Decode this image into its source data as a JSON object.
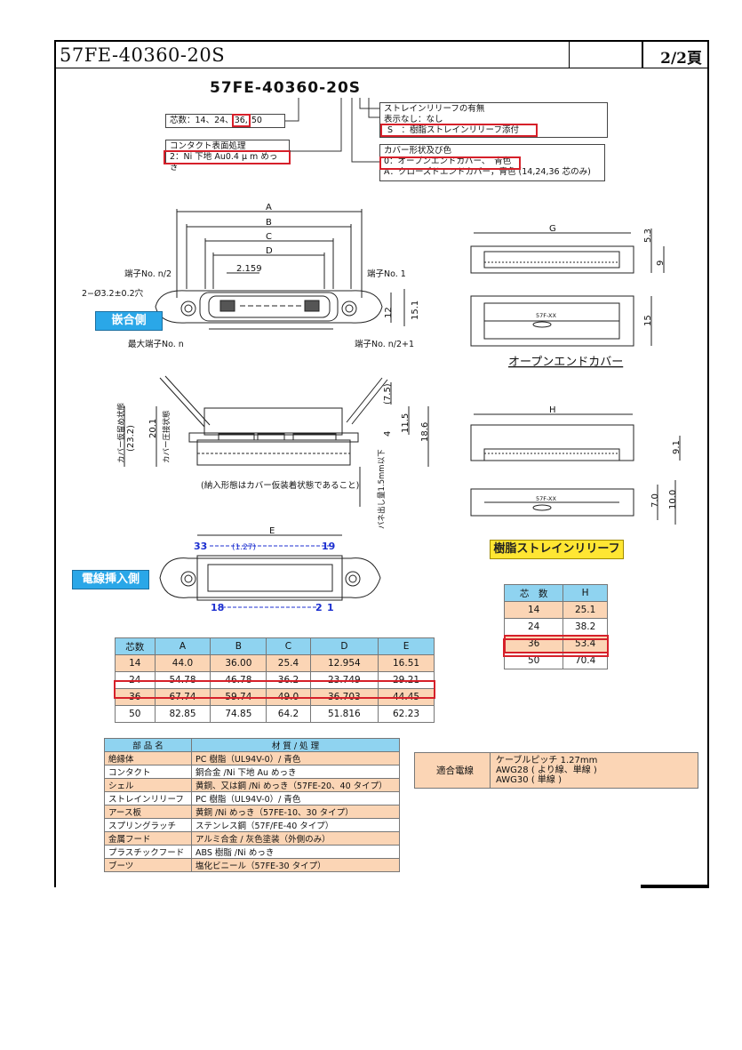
{
  "header": {
    "title": "57FE-40360-20S",
    "page": "2/2頁"
  },
  "part_code": {
    "code": "57FE-40360-20S",
    "pins_label": "芯数：14、24、",
    "pins_selected": "36,",
    "pins_rest": "50",
    "contact_finish_title": "コンタクト表面処理",
    "contact_finish_value": "2：Ni 下地 Au0.4 μ m めっき",
    "strain_relief_title": "ストレインリリーフの有無",
    "strain_relief_none": "表示なし：なし",
    "strain_relief_s": "S　：樹脂ストレインリリーフ添付",
    "cover_title": "カバー形状及び色",
    "cover_open": "0：オープンエンドカバー、　青色",
    "cover_closed": "A：クローズドエンドカバー，青色 (14,24,36 芯のみ)"
  },
  "drawing": {
    "mating_side": "嵌合側",
    "wire_side": "電線挿入側",
    "resin_strain_relief": "樹脂ストレインリリーフ",
    "open_end_cover": "オープンエンドカバー",
    "terminal_n2": "端子No. n/2",
    "terminal_1": "端子No. 1",
    "max_terminal": "最大端子No. n",
    "terminal_n2_1": "端子No. n/2+1",
    "hole": "2−Ø3.2±0.2穴",
    "pitch": "2.159",
    "pitch_wire": "(1.27)",
    "dim_A": "A",
    "dim_B": "B",
    "dim_C": "C",
    "dim_D": "D",
    "dim_E": "E",
    "dim_G": "G",
    "dim_H": "H",
    "dim_12": "12",
    "dim_151": "15.1",
    "dim_53": "5.3",
    "dim_9": "9",
    "dim_15": "15",
    "dim_75": "(7.5)",
    "dim_4": "4",
    "dim_115": "11.5",
    "dim_186": "18.6",
    "dim_232": "(23.2)",
    "dim_201": "20.1",
    "dim_91": "9.1",
    "dim_70": "7.0",
    "dim_100": "10.0",
    "cover_temp": "カバー仮留め状態",
    "cover_press": "カバー圧接状態",
    "delivery_note": "(納入形態はカバー仮装着状態であること)",
    "burr_note": "バネ出し量1.5mm以下",
    "pin33": "33",
    "pin19": "19",
    "pin18": "18",
    "pin2": "2",
    "pin1": "1",
    "cover_mark": "57F-XX"
  },
  "h_table": {
    "headers": [
      "芯　数",
      "H"
    ],
    "rows": [
      [
        "14",
        "25.1"
      ],
      [
        "24",
        "38.2"
      ],
      [
        "36",
        "53.4"
      ],
      [
        "50",
        "70.4"
      ]
    ]
  },
  "dim_table": {
    "headers": [
      "芯数",
      "A",
      "B",
      "C",
      "D",
      "E"
    ],
    "rows": [
      [
        "14",
        "44.0",
        "36.00",
        "25.4",
        "12.954",
        "16.51"
      ],
      [
        "24",
        "54.78",
        "46.78",
        "36.2",
        "23.749",
        "29.21"
      ],
      [
        "36",
        "67.74",
        "59.74",
        "49.0",
        "36.703",
        "44.45"
      ],
      [
        "50",
        "82.85",
        "74.85",
        "64.2",
        "51.816",
        "62.23"
      ]
    ]
  },
  "material_table": {
    "headers": [
      "部 品 名",
      "材 質 / 処 理"
    ],
    "rows": [
      [
        "絶縁体",
        "PC 樹脂（UL94V-0）/ 青色"
      ],
      [
        "コンタクト",
        "銅合金 /Ni 下地 Au めっき"
      ],
      [
        "シェル",
        "黄銅、又は鋼 /Ni めっき（57FE-20、40 タイプ）"
      ],
      [
        "ストレインリリーフ",
        "PC 樹脂（UL94V-0）/ 青色"
      ],
      [
        "アース板",
        "黄銅 /Ni めっき（57FE-10、30 タイプ）"
      ],
      [
        "スプリングラッチ",
        "ステンレス鋼（57F/FE-40 タイプ）"
      ],
      [
        "金属フード",
        "アルミ合金 / 灰色塗装（外側のみ）"
      ],
      [
        "プラスチックフード",
        "ABS 樹脂 /Ni めっき"
      ],
      [
        "ブーツ",
        "塩化ビニール（57FE-30 タイプ）"
      ]
    ]
  },
  "wire_table": {
    "label": "適合電線",
    "line1": "ケーブルピッチ 1.27mm",
    "line2": "AWG28 ( より線、単線 )",
    "line3": "AWG30 ( 単線 )"
  }
}
